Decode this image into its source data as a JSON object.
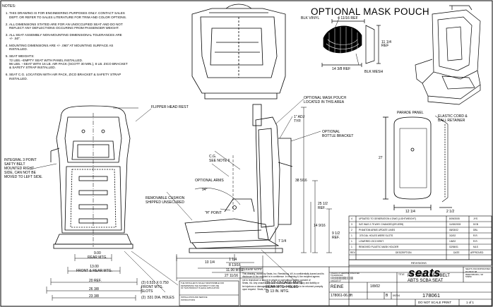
{
  "notes": {
    "heading": "NOTES:",
    "items": [
      "THIS DRAWING IS FOR ENGINEERING PURPOSES ONLY. CONTACT SALES\nDEPT. OR REFER TO SALES LITERATURE FOR TRIM AND COLOR OPTIONS.",
      "ALL DIMENSIONS STATED ARE FOR AN UNOCCUPIED SEAT AND DO NOT\nREFLECT ANY DEFLECTIONS OCCURING FROM PASSENGER WEIGHT.",
      "ALL SEAT ASSEMBLY NON-MOUNTING DIMENSIONAL TOLERANCES  ARE\n+/- .50\".",
      "MOUNTING DIMENSIONS ARE +/- .060\" AT MOUNTING SURFACE AS\nINSTALLED.",
      "SEAT WEIGHTS:\n72 LBS.--EMPTY SEAT WITH PANEL INSTALLED.\n96 LBS. --SEAT WITH 16 LB. AIR PACK (SCOTT 30 MIN.), 8 LB. ZICO BRACKET\n& SAFETY STRAP INSTALLED.",
      "SEAT C.G. LOCATION WITH AIR PACK, ZICO BRACKET & SAFETY STRAP\nINSTALLED."
    ]
  },
  "pouch": {
    "title": "OPTIONAL MASK POUCH",
    "blk_vinyl": "BLK VINYL",
    "blk_mesh": "BLK MESH",
    "dim_top": "4 11/16 REF",
    "dim_side": "11 1/4\nREF",
    "dim_bottom": "14 3/8 REF"
  },
  "labels": {
    "flipper": "FLIPPER HEAD REST",
    "mask_area": "OPTIONAL MASK POUCH\nLOCATED IN THIS AREA",
    "adj": "1\" ADJ\nTYP.",
    "bottle": "OPTIONAL\nBOTTLE BRACKET",
    "cg": "C.G.\nSEE NOTE 6",
    "arms": "OPTIONAL ARMS",
    "cushion": "REMOVABLE CUSHION\nSHIPPED UNSECURED",
    "hpoint": "\"H\" POINT",
    "belt": "INTEGRAL 3 POINT\nSAFTY BELT\nMOUNTED RIGHT\nSIDE, CAN NOT BE\nMOVED TO LEFT SIDE.",
    "parade": "PARADE PANEL",
    "elastic": "ELASTIC CORD &\nBALL RETAINER",
    "angle": "94°",
    "cage": "(2) 1/2-13 CAGE NUTS\nREAR MTG. HOLES\n@ 13 IN. MTG.",
    "slots": "(2) 0.531 X 0.750\nFRONT MTG.\nSLOTS",
    "dia": "(2) .531 DIA. HOLES"
  },
  "dims": {
    "rear_mtg": "9.00\nREAR MTG.",
    "front_rear": "13.00\nFRONT & REAR MTG.",
    "ref20": "20 REF.",
    "w26": "26 3/8",
    "w23": "23 3/8",
    "h38": "38 5/16",
    "h25": "25 1/2\nREF.",
    "h14": "14 9/16",
    "h9": "9 1/2\nREF.",
    "h7": "7 1/4",
    "d10": "10 1/4",
    "d1": "1 1/4",
    "d8": "8 13/16",
    "d11": "11.00 MTG.",
    "d27": "27 11/16",
    "p27": "27",
    "p12": "12 1/4",
    "p2": "2 1/2"
  },
  "revisions": {
    "rows": [
      {
        "no": "4",
        "desc": "UPDATED TO GENERATION 4 DWG (LIGHTWEIGHT)",
        "date": "8/09/2005",
        "by": "JYS"
      },
      {
        "no": "3",
        "desc": "SAT WAS 2.79 WHY CHANGED(OR-8789)",
        "date": "11/08/2003",
        "by": "DCB"
      },
      {
        "no": "2",
        "desc": "PHANTOM ARMS UPDATE LINES",
        "date": "08/03/02",
        "by": "DBL"
      },
      {
        "no": "1",
        "desc": ".375 DIA. HOLES WERE SLOTS",
        "date": "3/2/02",
        "by": "R.R."
      },
      {
        "no": "1",
        "desc": "LOWERED ZICO BRKT.",
        "date": "1/8/02",
        "by": "R.R."
      },
      {
        "no": "1",
        "desc": "REMOVED PLASTIC MASK HOLDER",
        "date": "02/06/01",
        "by": "MLS"
      }
    ],
    "h_rev": "REV",
    "h_desc": "DESCRIPTION",
    "h_date": "DATE",
    "h_app": "APPROVED",
    "title": "REVISIONS"
  },
  "titleblock": {
    "logo": "seats",
    "company": "SEATS INCORPORATED\nPO BOX 98\nREEDSBURG, WI\n53959",
    "title_label": "TITLE",
    "title": "RH SHOULDER BELT\nABTS SCBA SEAT",
    "drawn": "REINE",
    "date": "1/8/02",
    "size": "B",
    "fscm": "09704",
    "dwg_no": "178061",
    "file": "178061-06.dft",
    "scale": "DO NOT SCALE PRINT",
    "sheet": "1 of 1",
    "please": "PLEASE NOTE",
    "please_text": "This drawing, owned by Seats, Inc. Reedsburg, WI, is confidentially loaned and its\ndisclosure to the recipient is in confidence. In receiving it, the recipient agrees\nnot to reproduce or copy it in whole or part without written consent of\nSeats, Inc. Any unauthorized use or misuse may result in injury and liability or\nbe injurious or damaging to Seats, Inc. in any way, and is to be returned promptly\nupon request.  Seats, Inc.",
    "tol": "UNLESS OTHERWISE SPECIFIED\nTOLERANCES\n2 PLACE DECIMALS ±.030\n3 PLACE DECIMALS ±.005\nANGLES ±1°",
    "installer": "THE INSTALLER IS SOLELY RESPONSIBLE FOR\nDETERMINING THE SUITABILITY FOR USE\nOF THIS PRODUCT IN EACH APPLICATION",
    "warranty": "INSTALLATION AND SERVICE\nINSTRUCTIONS"
  }
}
